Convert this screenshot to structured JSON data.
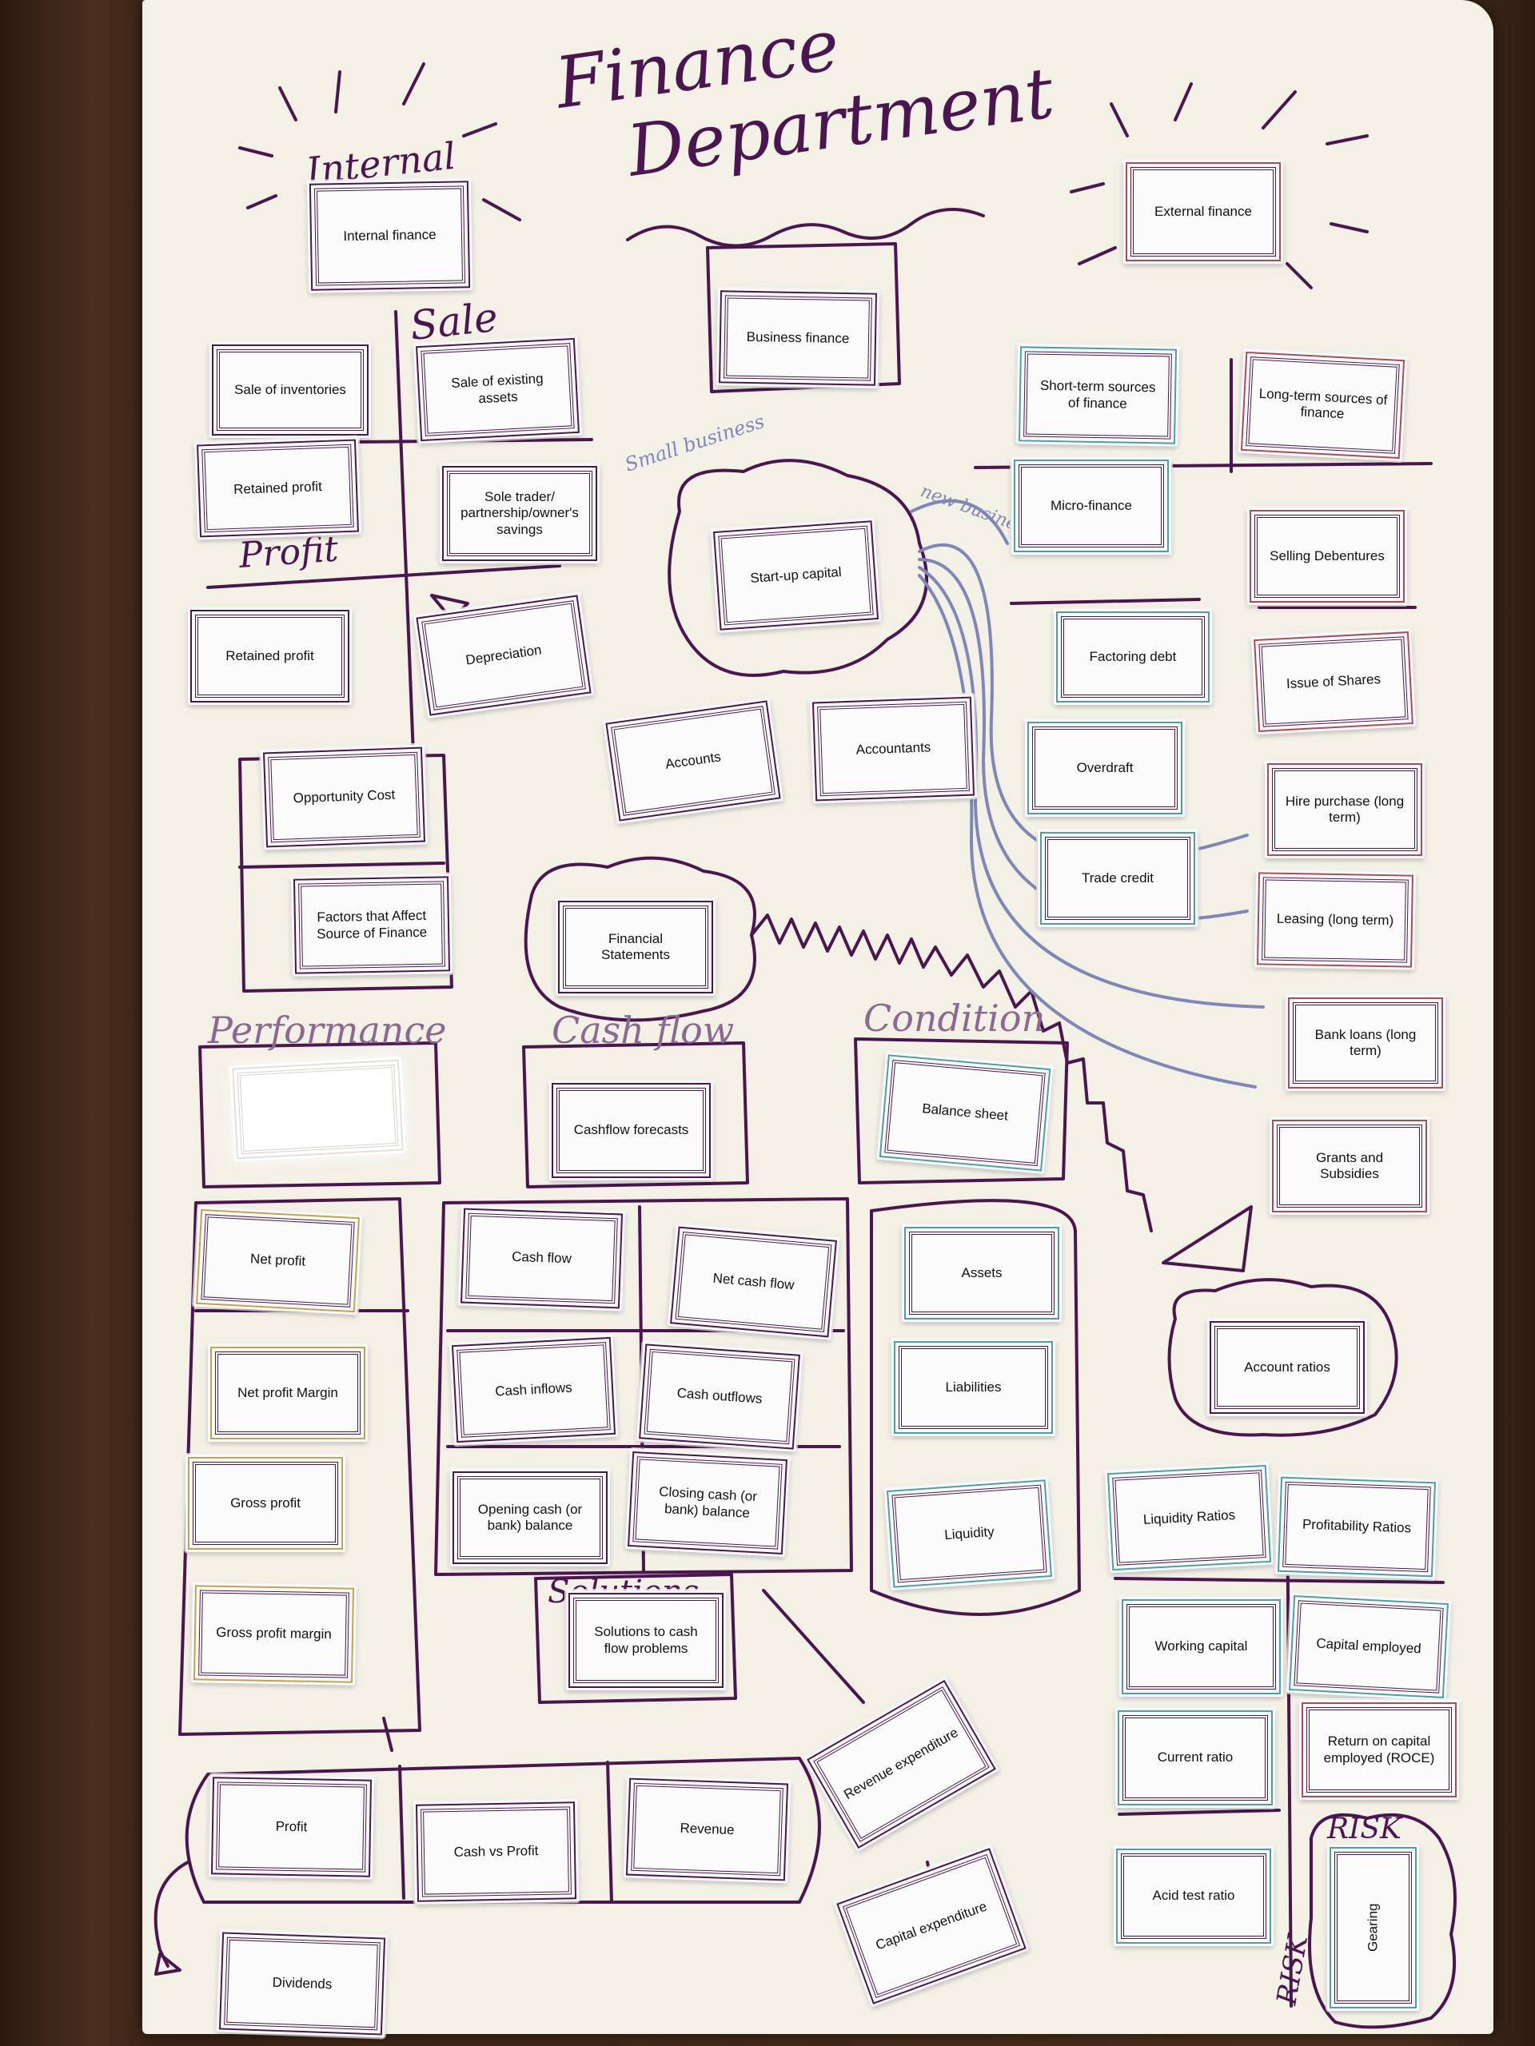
{
  "poster": {
    "title_line1": "Finance",
    "title_line2": "Department",
    "note_small_business": "Small business",
    "note_new_business": "new businesses"
  },
  "handwriting": {
    "internal": "Internal",
    "sale": "Sale",
    "profit": "Profit",
    "performance": "Performance",
    "cash_flow": "Cash flow",
    "condition": "Condition",
    "solutions": "Solutions",
    "risk_top": "RISK",
    "risk_side": "RISK"
  },
  "cards": {
    "internal_finance": "Internal finance",
    "external_finance": "External finance",
    "business_finance": "Business finance",
    "sale_of_inventories": "Sale of inventories",
    "sale_of_existing_assets": "Sale of existing assets",
    "retained_profit_1": "Retained profit",
    "sole_trader_savings": "Sole trader/ partnership/owner's savings",
    "retained_profit_2": "Retained profit",
    "depreciation": "Depreciation",
    "opportunity_cost": "Opportunity Cost",
    "factors_affect_finance": "Factors that Affect Source of Finance",
    "start_up_capital": "Start-up capital",
    "accounts": "Accounts",
    "accountants": "Accountants",
    "short_term_sources": "Short-term sources of finance",
    "long_term_sources": "Long-term sources of finance",
    "micro_finance": "Micro-finance",
    "selling_debentures": "Selling Debentures",
    "factoring_debt": "Factoring debt",
    "issue_of_shares": "Issue of Shares",
    "overdraft": "Overdraft",
    "hire_purchase": "Hire purchase (long term)",
    "trade_credit": "Trade credit",
    "leasing": "Leasing (long term)",
    "financial_statements": "Financial Statements",
    "bank_loans": "Bank loans (long term)",
    "grants_subsidies": "Grants and Subsidies",
    "cashflow_forecasts": "Cashflow forecasts",
    "balance_sheet": "Balance sheet",
    "net_profit": "Net profit",
    "net_profit_margin": "Net profit Margin",
    "gross_profit": "Gross profit",
    "gross_profit_margin": "Gross profit margin",
    "cash_flow": "Cash flow",
    "net_cash_flow": "Net cash flow",
    "cash_inflows": "Cash inflows",
    "cash_outflows": "Cash outflows",
    "opening_cash": "Opening cash (or bank) balance",
    "closing_cash": "Closing cash (or bank) balance",
    "solutions_cash_flow": "Solutions to cash flow problems",
    "assets": "Assets",
    "liabilities": "Liabilities",
    "liquidity": "Liquidity",
    "account_ratios": "Account ratios",
    "liquidity_ratios": "Liquidity Ratios",
    "profitability_ratios": "Profitability Ratios",
    "working_capital": "Working capital",
    "capital_employed": "Capital employed",
    "current_ratio": "Current ratio",
    "roce": "Return on capital employed (ROCE)",
    "acid_test_ratio": "Acid test ratio",
    "gearing": "Gearing",
    "revenue_expenditure": "Revenue expenditure",
    "capital_expenditure": "Capital expenditure",
    "profit": "Profit",
    "cash_vs_profit": "Cash vs Profit",
    "revenue": "Revenue",
    "dividends": "Dividends"
  },
  "colors": {
    "marker_purple": "#4b1650",
    "marker_lavender": "#7f86b8",
    "paper": "#f3f0e6"
  }
}
